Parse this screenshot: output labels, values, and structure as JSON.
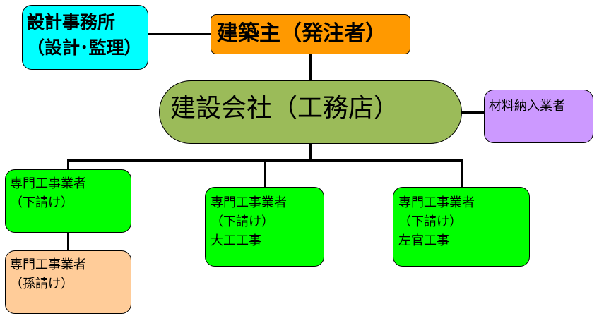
{
  "colors": {
    "cyan": "#00ffff",
    "orange": "#ff9900",
    "olive": "#9bbb59",
    "lavender": "#cc99ff",
    "green": "#00ff00",
    "peach": "#ffcc99"
  },
  "nodes": {
    "design_office": {
      "lines": [
        "設計事務所",
        "（設計･監理）"
      ]
    },
    "owner": {
      "lines": [
        "建築主（発注者）"
      ]
    },
    "contractor": {
      "lines": [
        "建設会社（工務店）"
      ]
    },
    "material_supplier": {
      "lines": [
        "材料納入業者"
      ]
    },
    "sub_left": {
      "lines": [
        "専門工事業者",
        "（下請け）"
      ]
    },
    "sub_middle": {
      "lines": [
        "専門工事業者",
        "（下請け）",
        "大工工事"
      ]
    },
    "sub_right": {
      "lines": [
        "専門工事業者",
        "（下請け）",
        "左官工事"
      ]
    },
    "sub_sub": {
      "lines": [
        "専門工事業者",
        "（孫請け）"
      ]
    }
  }
}
